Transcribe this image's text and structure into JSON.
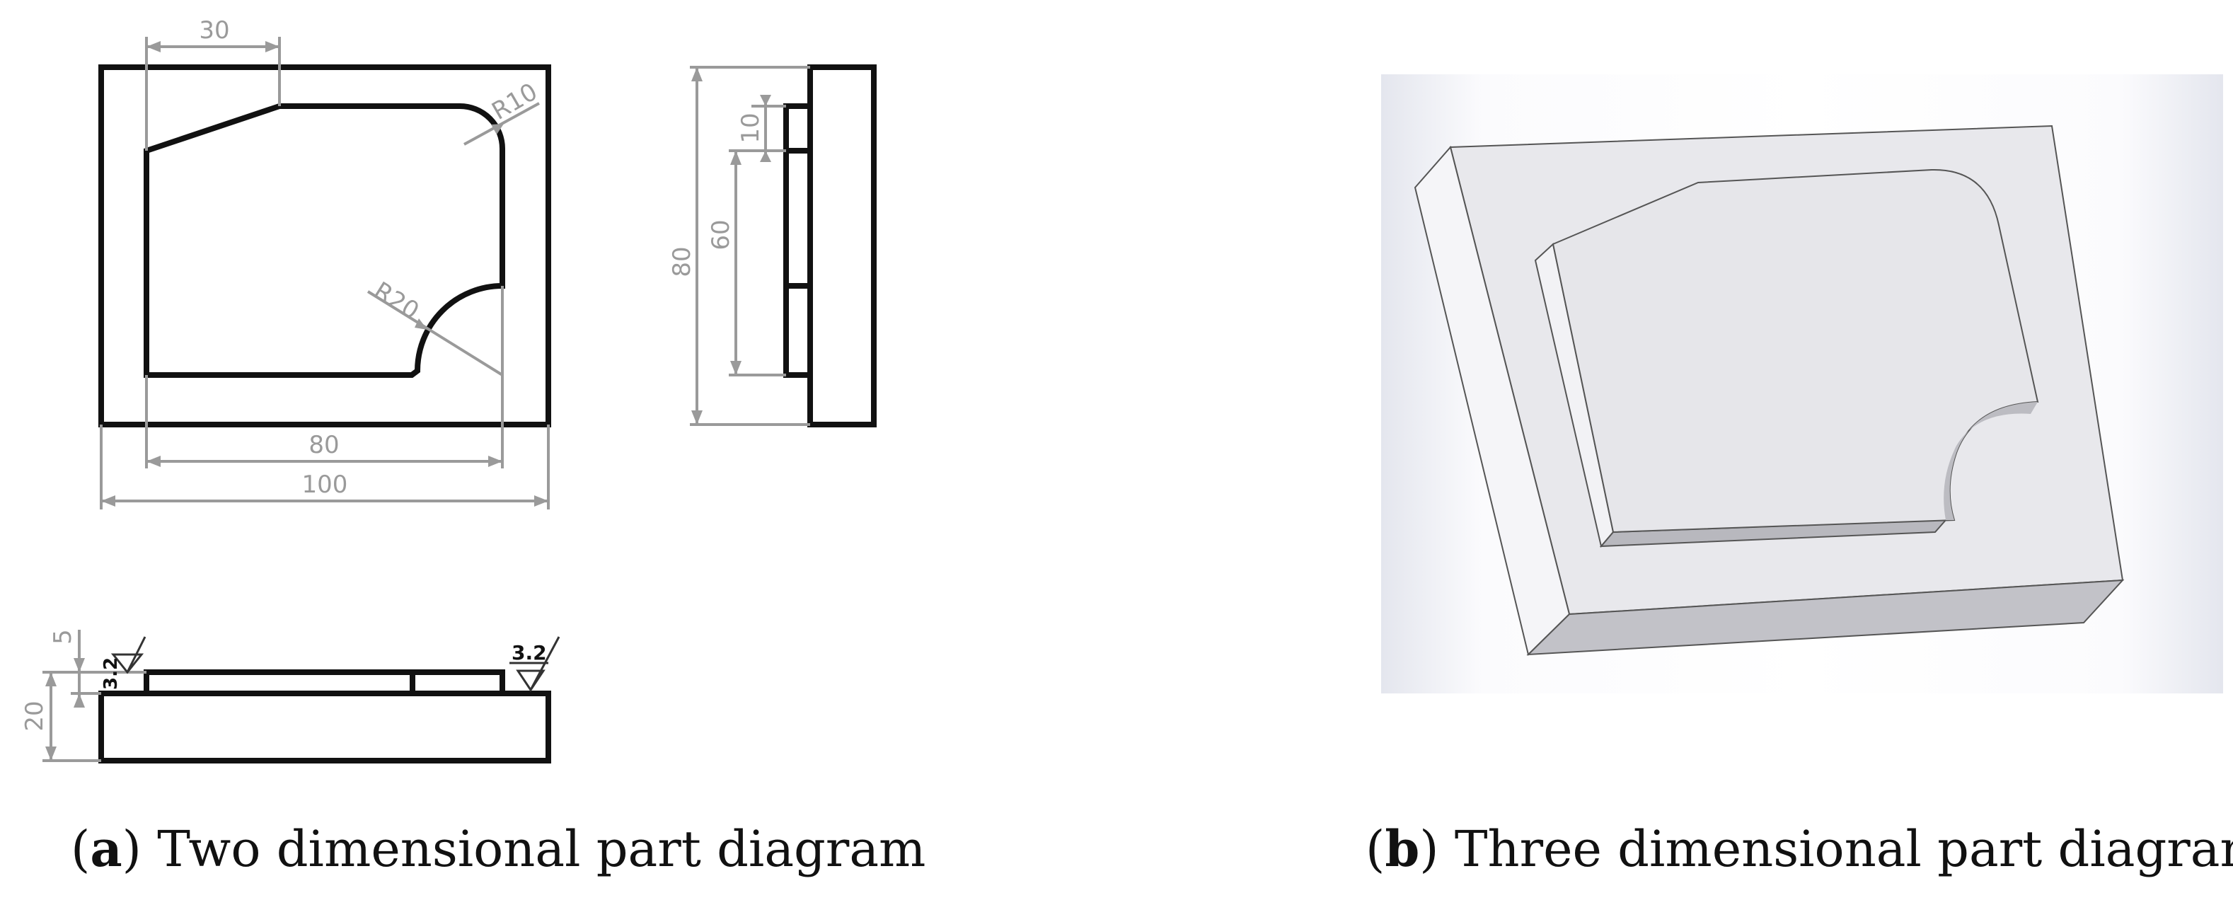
{
  "panel_a": {
    "caption_label": "a",
    "caption_text": " Two dimensional part diagram",
    "dimensions": {
      "top_offset": "30",
      "radius_small": "R10",
      "radius_large": "R20",
      "pocket_width": "80",
      "overall_width": "100",
      "side_step": "10",
      "side_pocket_height": "60",
      "side_overall_height": "80",
      "pocket_depth": "5",
      "overall_thickness": "20",
      "roughness_left": "3.2",
      "roughness_right": "3.2"
    }
  },
  "panel_b": {
    "caption_label": "b",
    "caption_text": " Three dimensional part diagram"
  }
}
